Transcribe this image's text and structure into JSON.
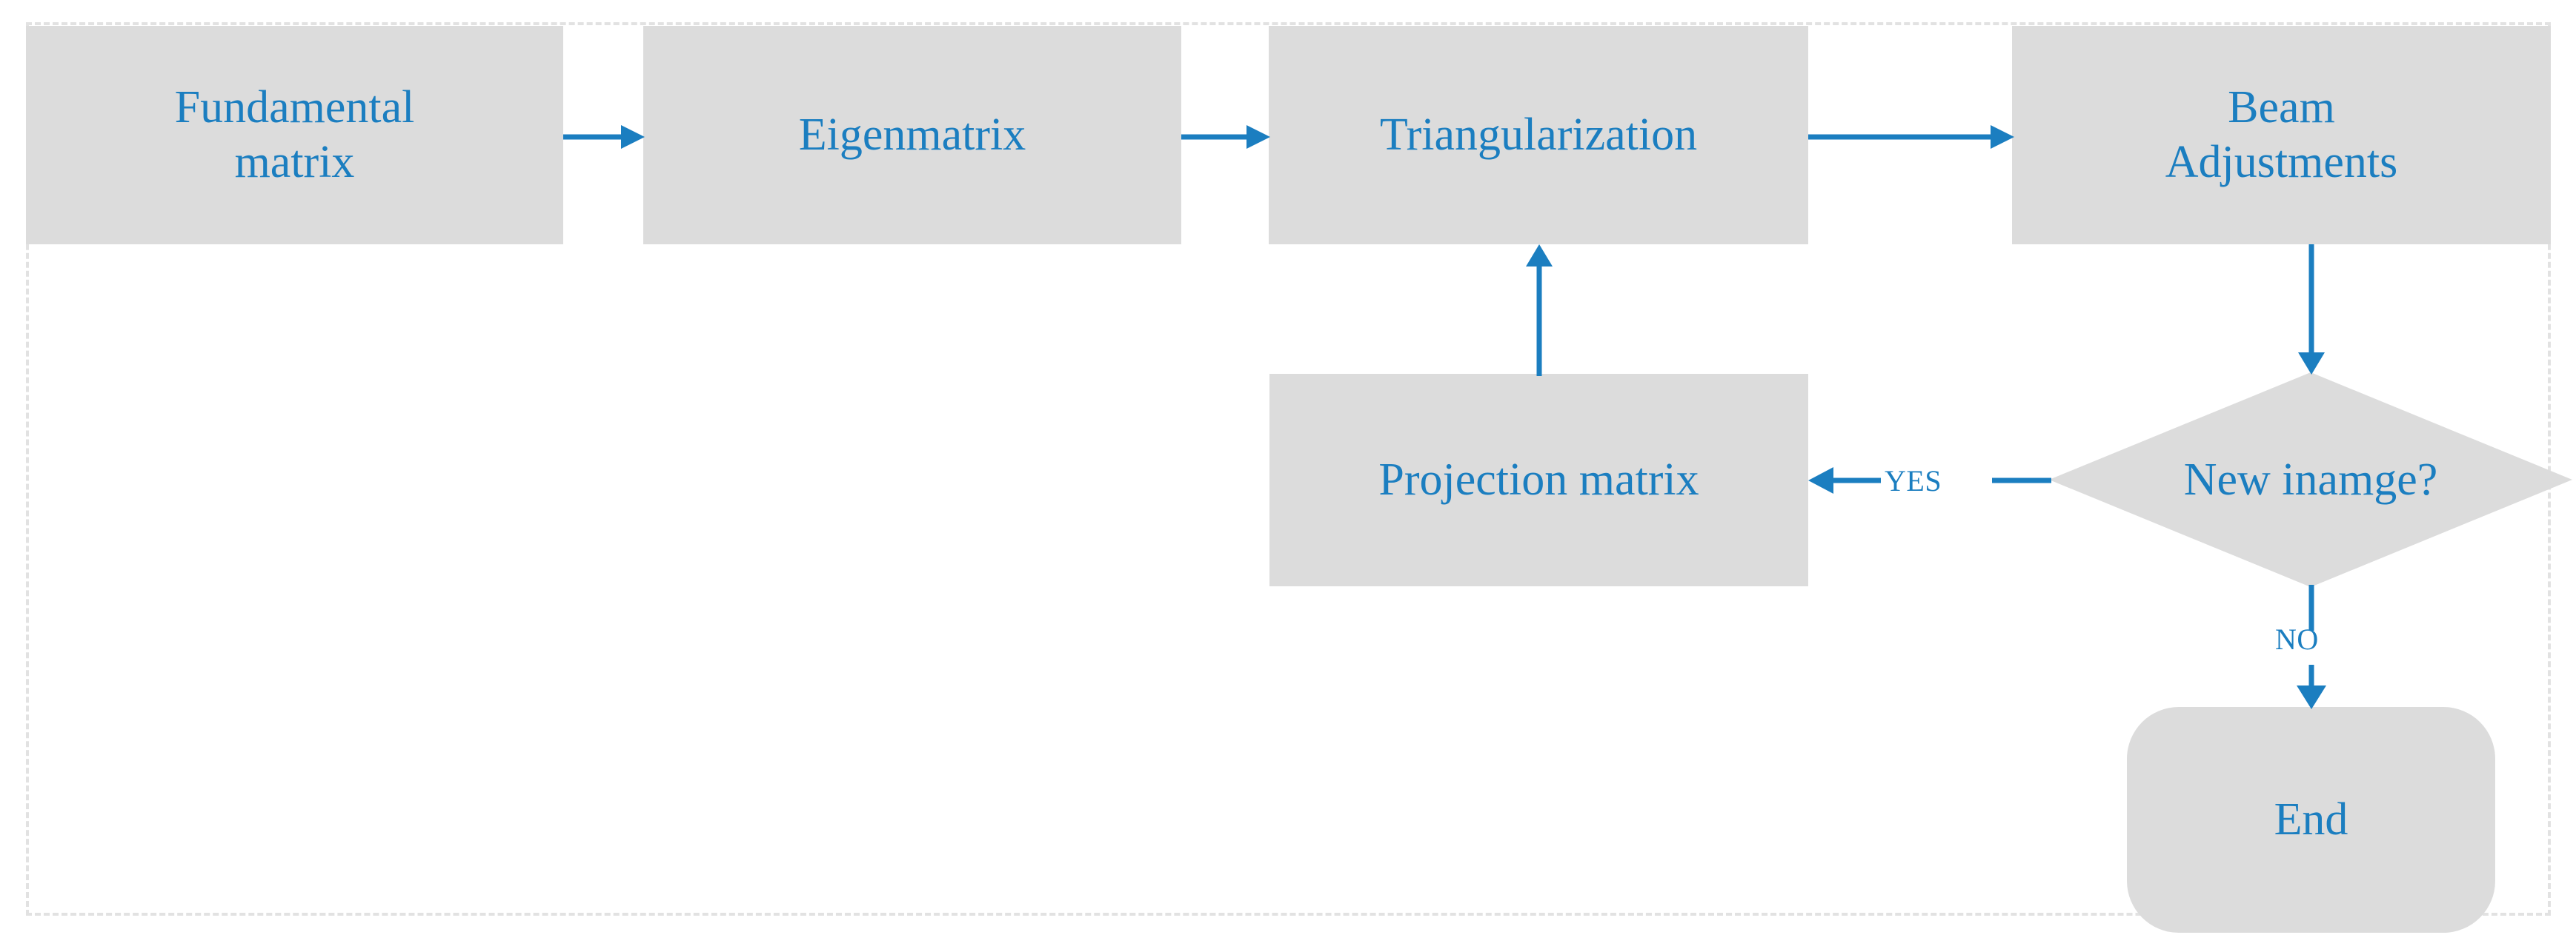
{
  "diagram": {
    "title_visible": false,
    "colors": {
      "accent": "#1b7ec0",
      "node_fill": "#dcdcdc",
      "frame_border": "#e2e2e2",
      "background": "#ffffff"
    },
    "nodes": [
      {
        "id": "fundamental-matrix",
        "shape": "rectangle",
        "label": "Fundamental\nmatrix"
      },
      {
        "id": "eigenmatrix",
        "shape": "rectangle",
        "label": "Eigenmatrix"
      },
      {
        "id": "triangularization",
        "shape": "rectangle",
        "label": "Triangularization"
      },
      {
        "id": "beam-adjustments",
        "shape": "rectangle",
        "label": "Beam\nAdjustments"
      },
      {
        "id": "projection-matrix",
        "shape": "rectangle",
        "label": "Projection matrix"
      },
      {
        "id": "new-image-decision",
        "shape": "diamond",
        "label": "New inamge?"
      },
      {
        "id": "end",
        "shape": "rounded-rectangle",
        "label": "End"
      }
    ],
    "node_labels": {
      "fundamental_line1": "Fundamental",
      "fundamental_line2": "matrix",
      "eigenmatrix": "Eigenmatrix",
      "triangularization": "Triangularization",
      "beam_line1": "Beam",
      "beam_line2": "Adjustments",
      "projection_matrix": "Projection matrix",
      "decision": "New inamge?",
      "end": "End"
    },
    "edges": [
      {
        "id": "fundamental-to-eigenmatrix",
        "from": "fundamental-matrix",
        "to": "eigenmatrix",
        "label": "",
        "direction": "right"
      },
      {
        "id": "eigenmatrix-to-triangularization",
        "from": "eigenmatrix",
        "to": "triangularization",
        "label": "",
        "direction": "right"
      },
      {
        "id": "triangularization-to-beam",
        "from": "triangularization",
        "to": "beam-adjustments",
        "label": "",
        "direction": "right"
      },
      {
        "id": "beam-to-decision",
        "from": "beam-adjustments",
        "to": "new-image-decision",
        "label": "",
        "direction": "down"
      },
      {
        "id": "decision-to-projection",
        "from": "new-image-decision",
        "to": "projection-matrix",
        "label": "YES",
        "direction": "left"
      },
      {
        "id": "projection-to-triangularization",
        "from": "projection-matrix",
        "to": "triangularization",
        "label": "",
        "direction": "up"
      },
      {
        "id": "decision-to-end",
        "from": "new-image-decision",
        "to": "end",
        "label": "NO",
        "direction": "down"
      }
    ],
    "edge_labels": {
      "yes": "YES",
      "no": "NO"
    }
  }
}
